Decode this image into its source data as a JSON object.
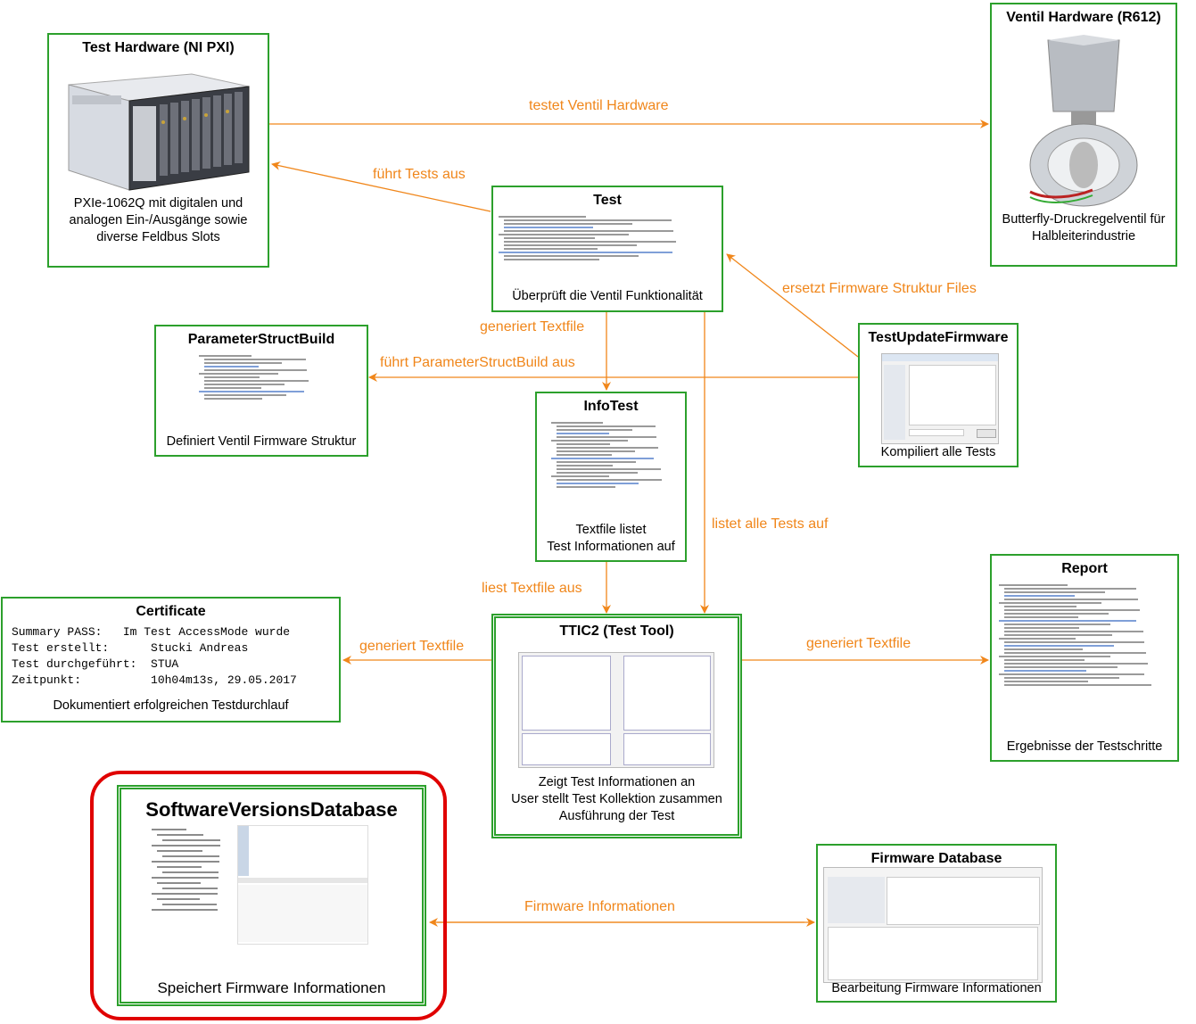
{
  "nodes": {
    "test_hardware": {
      "title": "Test Hardware (NI PXI)",
      "caption": [
        "PXIe-1062Q mit digitalen und",
        "analogen Ein-/Ausgänge sowie",
        "diverse Feldbus Slots"
      ]
    },
    "ventil_hardware": {
      "title": "Ventil Hardware (R612)",
      "caption": [
        "Butterfly-Druckregelventil für",
        "Halbleiterindustrie"
      ]
    },
    "test": {
      "title": "Test",
      "caption": "Überprüft die Ventil Funktionalität"
    },
    "parameter_struct_build": {
      "title": "ParameterStructBuild",
      "caption": "Definiert Ventil Firmware Struktur"
    },
    "test_update_firmware": {
      "title": "TestUpdateFirmware",
      "caption": "Kompiliert alle Tests"
    },
    "info_test": {
      "title": "InfoTest",
      "caption": [
        "Textfile listet",
        "Test Informationen auf"
      ]
    },
    "report": {
      "title": "Report",
      "caption": "Ergebnisse der Testschritte"
    },
    "certificate": {
      "title": "Certificate",
      "lines": [
        "Summary PASS:   Im Test AccessMode wurde",
        "Test erstellt:      Stucki Andreas",
        "Test durchgeführt:  STUA",
        "Zeitpunkt:          10h04m13s, 29.05.2017"
      ],
      "caption": "Dokumentiert erfolgreichen Testdurchlauf"
    },
    "ttic2": {
      "title": "TTIC2 (Test Tool)",
      "caption": [
        "Zeigt Test Informationen an",
        "User stellt Test Kollektion zusammen",
        "Ausführung der Test"
      ]
    },
    "software_versions_db": {
      "title": "SoftwareVersionsDatabase",
      "caption": "Speichert Firmware Informationen"
    },
    "firmware_db": {
      "title": "Firmware Database",
      "caption": "Bearbeitung Firmware Informationen"
    }
  },
  "edges": {
    "testet_ventil": "testet Ventil Hardware",
    "fuehrt_tests": "führt Tests aus",
    "ersetzt_firmware": "ersetzt Firmware Struktur Files",
    "generiert_textfile_test": "generiert Textfile",
    "fuehrt_psb": "führt ParameterStructBuild aus",
    "listet_alle": "listet alle Tests auf",
    "liest_textfile": "liest Textfile aus",
    "generiert_textfile_cert": "generiert Textfile",
    "generiert_textfile_report": "generiert Textfile",
    "firmware_informationen": "Firmware Informationen"
  },
  "colors": {
    "accent": "#f0861a",
    "box_border": "#2ca02c",
    "highlight": "#e00000"
  }
}
